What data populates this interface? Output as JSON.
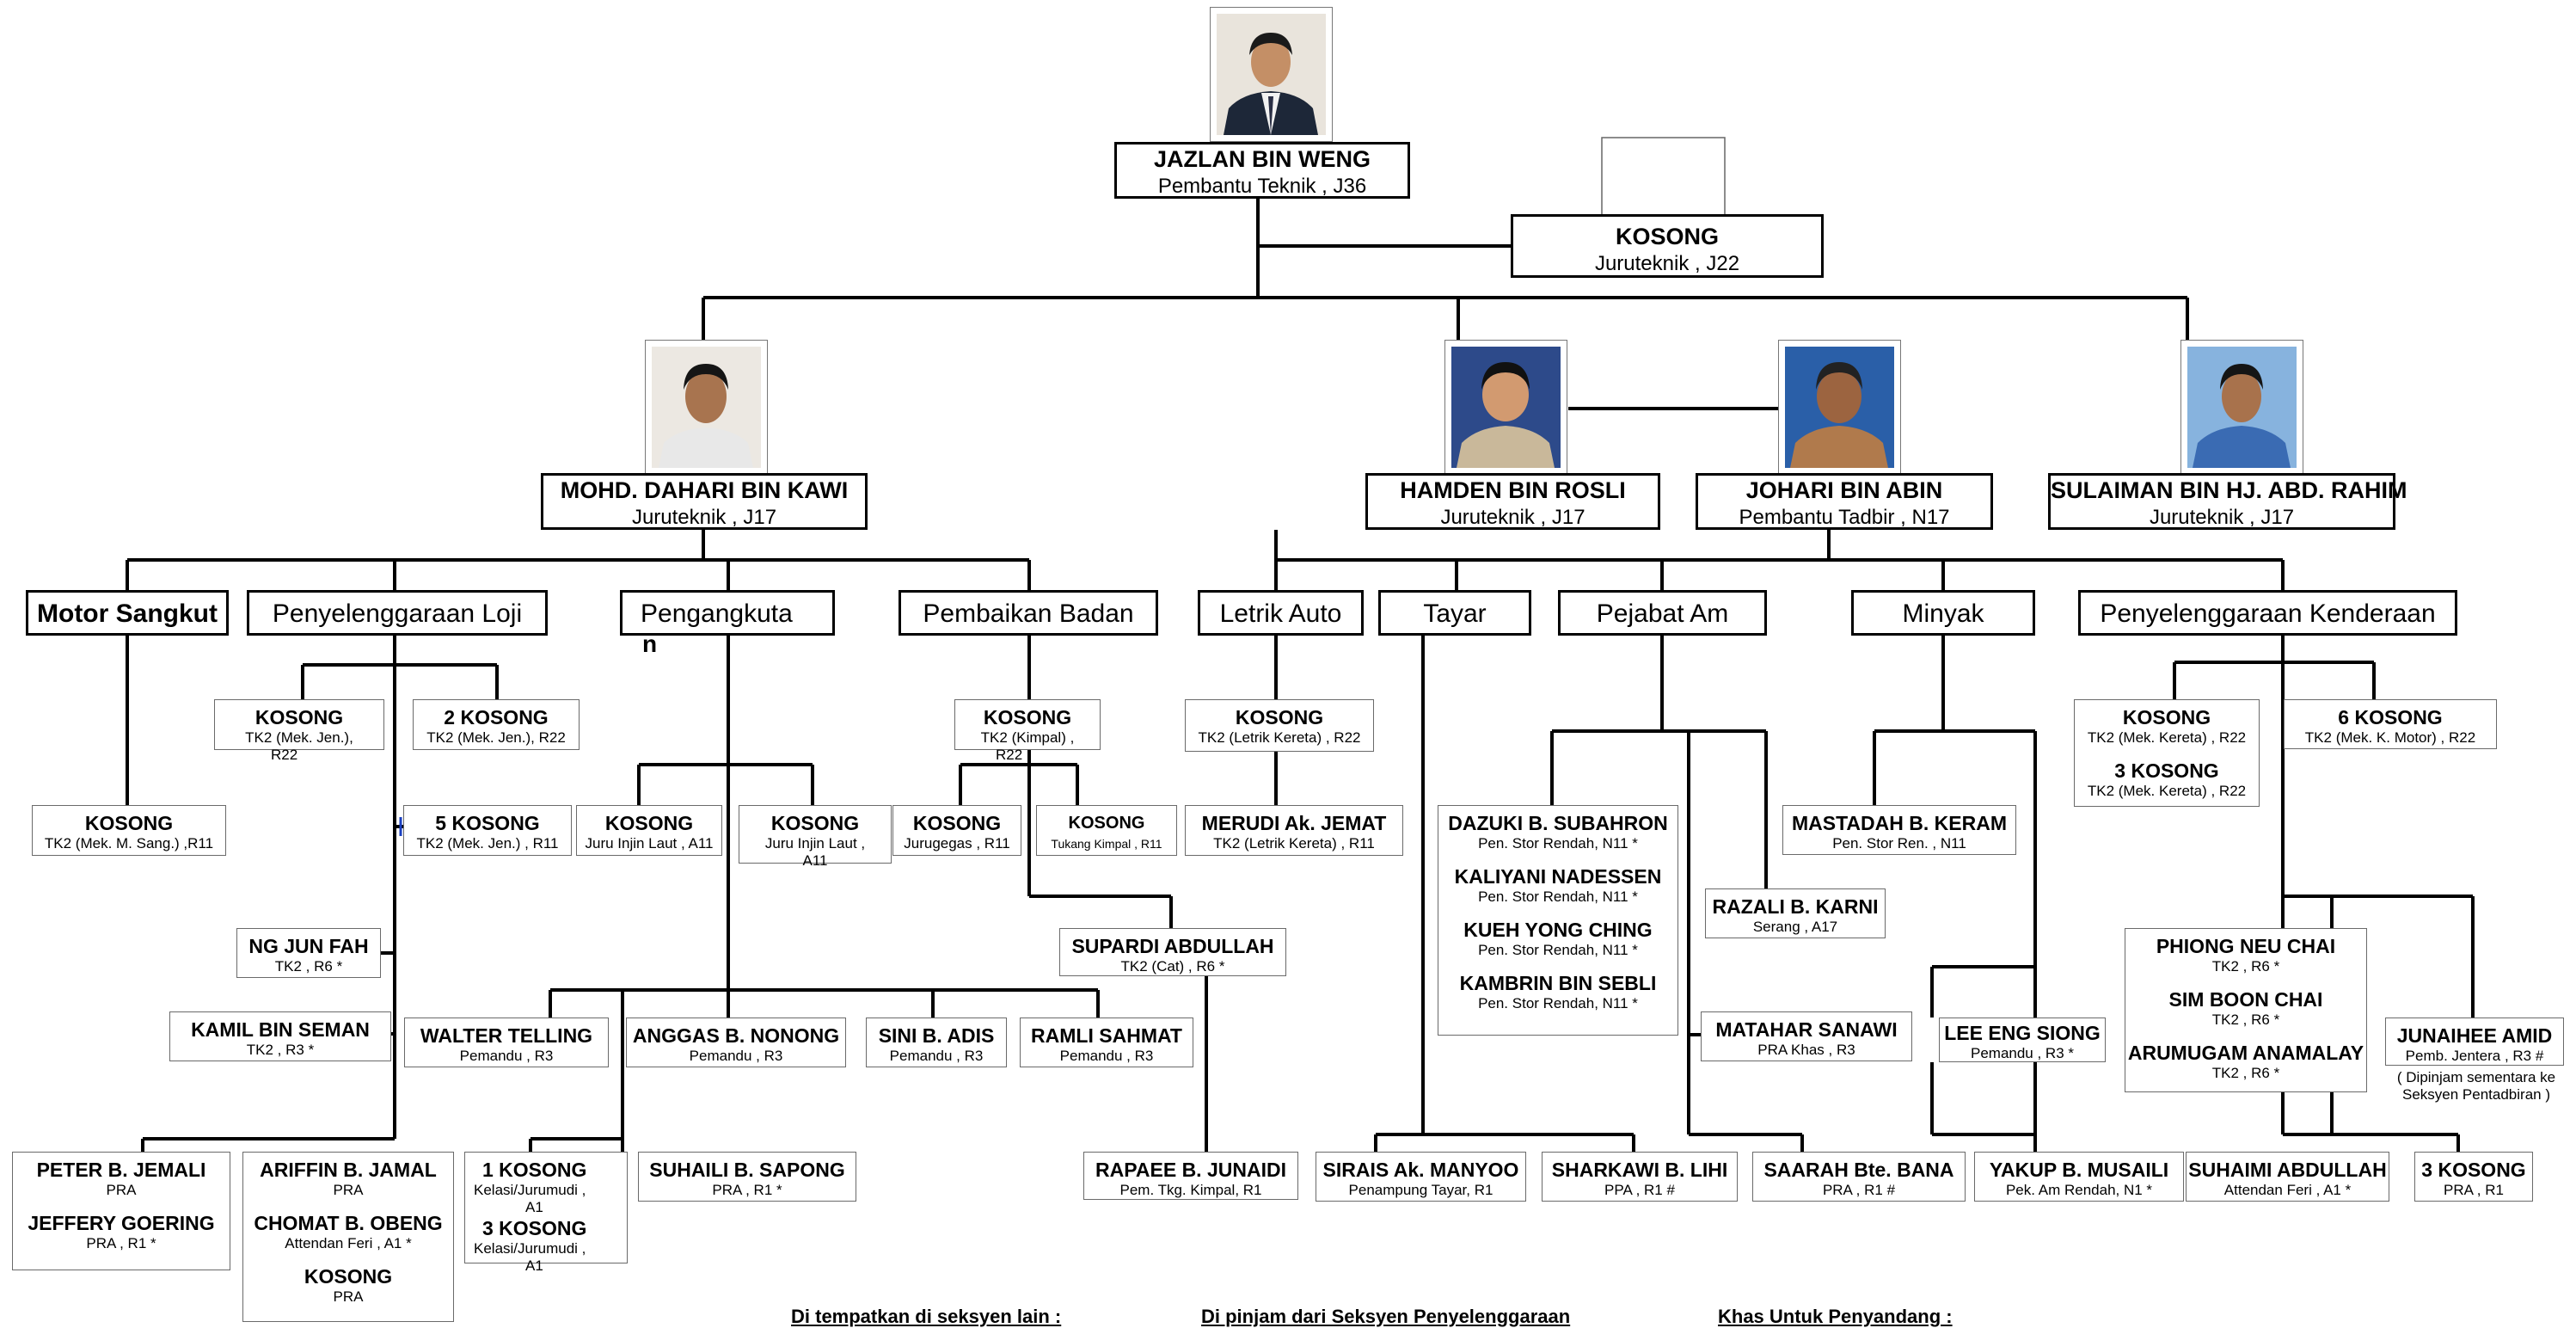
{
  "head": {
    "name": "JAZLAN BIN WENG",
    "title": "Pembantu Teknik , J36"
  },
  "deputy": {
    "name": "KOSONG",
    "title": "Juruteknik , J22"
  },
  "managers": [
    {
      "name": "MOHD. DAHARI BIN KAWI",
      "title": "Juruteknik , J17"
    },
    {
      "name": "HAMDEN BIN ROSLI",
      "title": "Juruteknik , J17"
    },
    {
      "name": "JOHARI BIN ABIN",
      "title": "Pembantu Tadbir , N17"
    },
    {
      "name": "SULAIMAN BIN HJ. ABD. RAHIM",
      "title": "Juruteknik , J17"
    }
  ],
  "sections": {
    "motor_sangkut": "Motor Sangkut",
    "penyelenggaraan_loji": "Penyelenggaraan Loji",
    "pengangkutan": "Pengangkuta",
    "pengangkutan_cont": "n",
    "pembaikan_badan": "Pembaikan Badan",
    "letrik_auto": "Letrik Auto",
    "tayar": "Tayar",
    "pejabat_am": "Pejabat Am",
    "minyak": "Minyak",
    "penyelenggaraan_kenderaan": "Penyelenggaraan Kenderaan"
  },
  "staff": {
    "ms1": {
      "name": "KOSONG",
      "title": "TK2 (Mek. M. Sang.) ,R11"
    },
    "pl1": {
      "name": "KOSONG",
      "title": "TK2 (Mek. Jen.),",
      "title2": "R22"
    },
    "pl2": {
      "name": "2 KOSONG",
      "title": "TK2 (Mek. Jen.), R22"
    },
    "pl3": {
      "name": "5 KOSONG",
      "title": "TK2 (Mek. Jen.) , R11"
    },
    "pl4": {
      "name": "NG JUN FAH",
      "title": "TK2 , R6 *"
    },
    "pl5": {
      "name": "KAMIL BIN SEMAN",
      "title": "TK2 , R3 *"
    },
    "pl6": {
      "name": "PETER B. JEMALI",
      "title": "PRA",
      "name2": "JEFFERY GOERING",
      "title2": "PRA , R1 *"
    },
    "pl7": {
      "name": "ARIFFIN B. JAMAL",
      "title": "PRA",
      "name2": "CHOMAT B. OBENG",
      "title2": "Attendan Feri , A1 *",
      "name3": "KOSONG",
      "title3": "PRA"
    },
    "pg1": {
      "name": "KOSONG",
      "title": "Juru Injin Laut , A11"
    },
    "pg2": {
      "name": "KOSONG",
      "title": "Juru Injin Laut ,",
      "title2": "A11"
    },
    "pg3": {
      "name": "WALTER TELLING",
      "title": "Pemandu , R3"
    },
    "pg4": {
      "name": "ANGGAS B. NONONG",
      "title": "Pemandu , R3"
    },
    "pg5": {
      "name": "SINI B. ADIS",
      "title": "Pemandu , R3"
    },
    "pg6": {
      "name": "RAMLI SAHMAT",
      "title": "Pemandu , R3"
    },
    "pg7": {
      "name": "1 KOSONG",
      "title": "Kelasi/Jurumudi ,",
      "title1b": "A1",
      "name2": "3 KOSONG",
      "title2": "Kelasi/Jurumudi ,",
      "title2b": "A1"
    },
    "pg8": {
      "name": "SUHAILI B. SAPONG",
      "title": "PRA , R1 *"
    },
    "pb1": {
      "name": "KOSONG",
      "title": "TK2 (Kimpal) ,",
      "title2": "R22"
    },
    "pb2": {
      "name": "KOSONG",
      "title": "Jurugegas , R11"
    },
    "pb3": {
      "name": "KOSONG",
      "title": "Tukang Kimpal , R11"
    },
    "pb4": {
      "name": "SUPARDI ABDULLAH",
      "title": "TK2 (Cat) , R6 *"
    },
    "pb5": {
      "name": "RAPAEE B. JUNAIDI",
      "title": "Pem. Tkg. Kimpal, R1"
    },
    "la1": {
      "name": "KOSONG",
      "title": "TK2 (Letrik Kereta) , R22"
    },
    "la2": {
      "name": "MERUDI Ak. JEMAT",
      "title": "TK2 (Letrik Kereta) , R11"
    },
    "ty1": {
      "name": "SIRAIS Ak. MANYOO",
      "title": "Penampung Tayar, R1"
    },
    "pa1": {
      "name": "DAZUKI B. SUBAHRON",
      "title": "Pen. Stor Rendah, N11 *",
      "name2": "KALIYANI NADESSEN",
      "title2": "Pen. Stor Rendah, N11 *",
      "name3": "KUEH YONG CHING",
      "title3": "Pen. Stor Rendah, N11 *",
      "name4": "KAMBRIN BIN SEBLI",
      "title4": "Pen. Stor Rendah, N11 *"
    },
    "pa2": {
      "name": "RAZALI B. KARNI",
      "title": "Serang , A17"
    },
    "pa3": {
      "name": "MATAHAR SANAWI",
      "title": "PRA Khas , R3"
    },
    "pa4": {
      "name": "SHARKAWI B. LIHI",
      "title": "PPA , R1 #"
    },
    "pa5": {
      "name": "SAARAH Bte. BANA",
      "title": "PRA , R1 #"
    },
    "mn1": {
      "name": "MASTADAH B. KERAM",
      "title": "Pen. Stor Ren. , N11"
    },
    "mn2": {
      "name": "LEE ENG SIONG",
      "title": "Pemandu , R3 *"
    },
    "mn3": {
      "name": "YAKUP B. MUSAILI",
      "title": "Pek. Am Rendah, N1 *"
    },
    "pk1": {
      "name": "KOSONG",
      "title": "TK2 (Mek. Kereta) , R22",
      "name2": "3 KOSONG",
      "title2": "TK2 (Mek. Kereta) , R22"
    },
    "pk2": {
      "name": "6 KOSONG",
      "title": "TK2 (Mek. K. Motor) , R22"
    },
    "pk3": {
      "name": "PHIONG NEU CHAI",
      "title": "TK2 , R6 *",
      "name2": "SIM BOON CHAI",
      "title2": "TK2 , R6 *",
      "name3": "ARUMUGAM ANAMALAY",
      "title3": "TK2 , R6 *"
    },
    "pk4": {
      "name": "JUNAIHEE AMID",
      "title": "Pemb. Jentera , R3 #",
      "note": "( Dipinjam sementara ke",
      "note2": "Seksyen Pentadbiran )"
    },
    "pk5": {
      "name": "SUHAIMI ABDULLAH",
      "title": "Attendan Feri , A1 *"
    },
    "pk6": {
      "name": "3 KOSONG",
      "title": "PRA , R1"
    }
  },
  "footer": {
    "note1": "Di tempatkan di seksyen lain :",
    "note2": "Di pinjam dari Seksyen Penyelenggaraan",
    "note3": "Khas Untuk Penyandang :"
  }
}
